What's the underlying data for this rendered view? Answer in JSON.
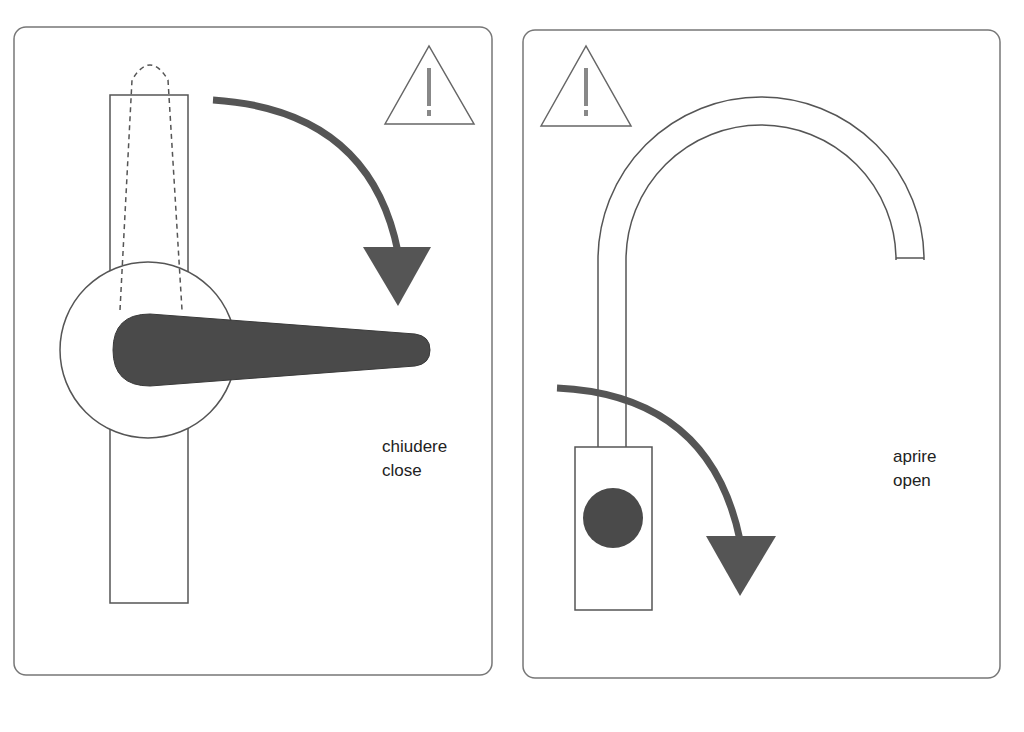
{
  "diagram": {
    "labels": [
      "chiudere",
      "close",
      "aprire",
      "open"
    ]
  }
}
